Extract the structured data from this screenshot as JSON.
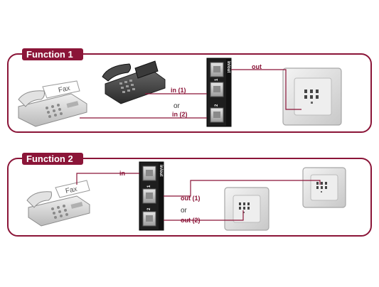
{
  "panels": [
    {
      "title": "Function 1",
      "splitter_label": "in/out",
      "port_numbers": [
        "1",
        "2"
      ],
      "fax_text": "Fax",
      "labels": {
        "out": "out",
        "in1": "in (1)",
        "or": "or",
        "in2": "in (2)"
      }
    },
    {
      "title": "Function 2",
      "splitter_label": "in/out",
      "port_numbers": [
        "1",
        "2"
      ],
      "fax_text": "Fax",
      "labels": {
        "in": "in",
        "out1": "out (1)",
        "or": "or",
        "out2": "out (2)"
      }
    }
  ],
  "colors": {
    "accent": "#8b1538",
    "device_dark": "#2b2b2b",
    "device_light": "#d8d8d8"
  }
}
